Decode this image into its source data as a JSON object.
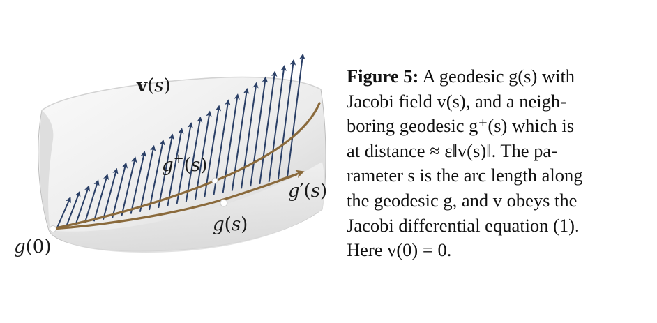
{
  "figure": {
    "labels": {
      "v": "v(s)",
      "g0": "g(0)",
      "gplus": "g+(s)",
      "gs": "g(s)",
      "gprime": "g′(s)"
    },
    "colors": {
      "arrow": "#2a3f66",
      "geodesic": "#8a6a3c",
      "surface_light": "#f4f4f4",
      "surface_dark": "#bdbdbd"
    }
  },
  "caption": {
    "heading": "Figure 5:",
    "lines": [
      "A geodesic g(s) with",
      "Jacobi field v(s), and a neigh-",
      "boring geodesic g⁺(s) which is",
      "at distance ≈ ε‖v(s)‖. The pa-",
      "rameter s is the arc length along",
      "the geodesic g, and v obeys the",
      "Jacobi differential equation (1).",
      "Here v(0) = 0."
    ]
  }
}
